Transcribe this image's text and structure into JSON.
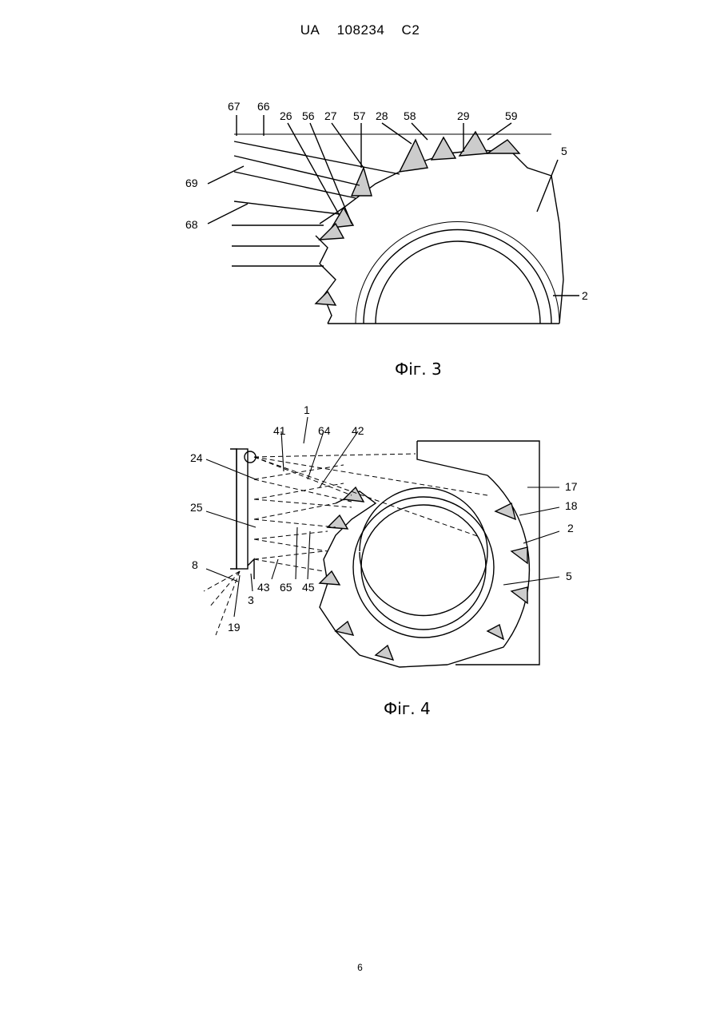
{
  "header": {
    "country": "UA",
    "number": "108234",
    "kind": "C2"
  },
  "fig3": {
    "caption": "Фіг. 3",
    "labels": {
      "l67": "67",
      "l66": "66",
      "l26": "26",
      "l56": "56",
      "l27": "27",
      "l57": "57",
      "l28": "28",
      "l58": "58",
      "l29": "29",
      "l59": "59",
      "l5": "5",
      "l69": "69",
      "l68": "68",
      "l2": "2"
    }
  },
  "fig4": {
    "caption": "Фіг. 4",
    "labels": {
      "l1": "1",
      "l41": "41",
      "l64": "64",
      "l42": "42",
      "l24": "24",
      "l17": "17",
      "l18": "18",
      "l25": "25",
      "l2": "2",
      "l8": "8",
      "l43": "43",
      "l65": "65",
      "l45": "45",
      "l5": "5",
      "l3": "3",
      "l19": "19"
    }
  },
  "page_number": "6"
}
